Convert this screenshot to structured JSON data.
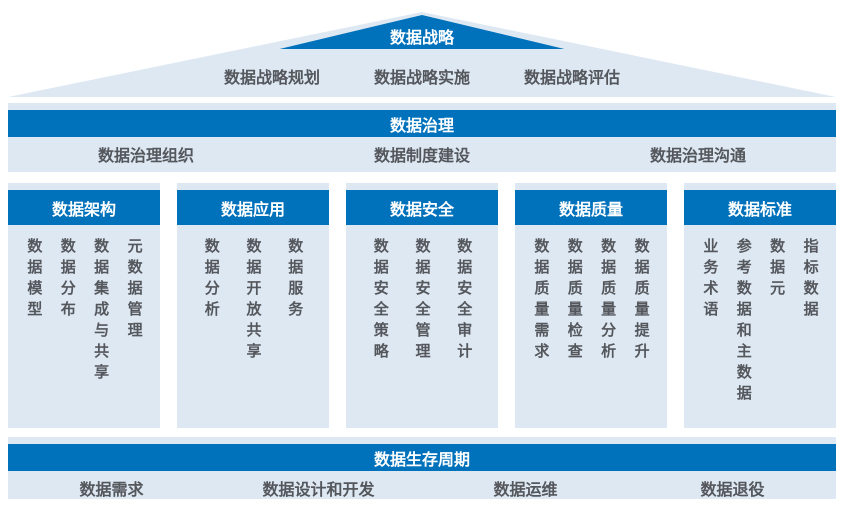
{
  "colors": {
    "blue": "#0071bb",
    "light_blue": "#dee8f3",
    "text_gray": "#54575c",
    "bar_text": "#ffffff"
  },
  "roof": {
    "title": "数据战略",
    "items": [
      "数据战略规划",
      "数据战略实施",
      "数据战略评估"
    ]
  },
  "governance": {
    "title": "数据治理",
    "items": [
      "数据治理组织",
      "数据制度建设",
      "数据治理沟通"
    ]
  },
  "pillars": [
    {
      "title": "数据架构",
      "items": [
        "数据模型",
        "数据分布",
        "数据集成与共享",
        "元数据管理"
      ]
    },
    {
      "title": "数据应用",
      "items": [
        "数据分析",
        "数据开放共享",
        "数据服务"
      ]
    },
    {
      "title": "数据安全",
      "items": [
        "数据安全策略",
        "数据安全管理",
        "数据安全审计"
      ]
    },
    {
      "title": "数据质量",
      "items": [
        "数据质量需求",
        "数据质量检查",
        "数据质量分析",
        "数据质量提升"
      ]
    },
    {
      "title": "数据标准",
      "items": [
        "业务术语",
        "参考数据和主数据",
        "数据元",
        "指标数据"
      ]
    }
  ],
  "lifecycle": {
    "title": "数据生存周期",
    "items": [
      "数据需求",
      "数据设计和开发",
      "数据运维",
      "数据退役"
    ]
  }
}
